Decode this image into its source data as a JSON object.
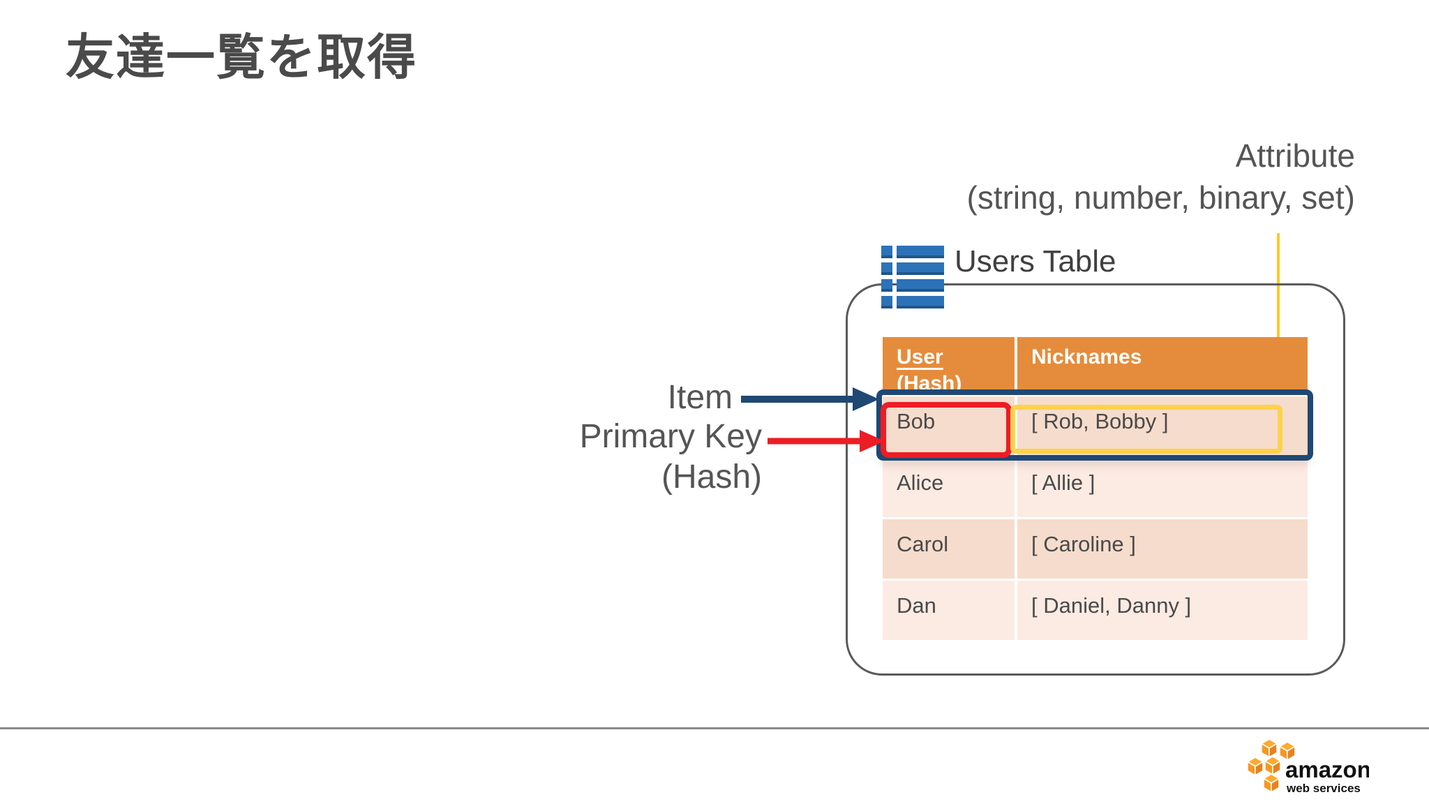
{
  "slide": {
    "title": "友達一覧を取得"
  },
  "annotations": {
    "attribute_line1": "Attribute",
    "attribute_line2": "(string, number, binary, set)",
    "item_label": "Item",
    "primary_key_label": "Primary Key",
    "primary_key_sub": "(Hash)"
  },
  "diagram": {
    "table_label": "Users Table",
    "table": {
      "columns": [
        {
          "key": "User",
          "sub": "(Hash)"
        },
        {
          "key": "Nicknames",
          "sub": ""
        }
      ],
      "rows": [
        {
          "user": "Bob",
          "nicknames": "[ Rob, Bobby ]"
        },
        {
          "user": "Alice",
          "nicknames": "[ Allie ]"
        },
        {
          "user": "Carol",
          "nicknames": "[ Caroline ]"
        },
        {
          "user": "Dan",
          "nicknames": "[ Daniel, Danny ]"
        }
      ]
    }
  },
  "colors": {
    "title_gray": "#4a4a4a",
    "header_orange": "#e58c3c",
    "row_dark_pink": "#f6dccc",
    "row_light_pink": "#fcebe3",
    "icon_blue": "#2c72b8",
    "item_box_blue": "#1f4873",
    "primary_key_box_red": "#ee1c25",
    "attribute_box_yellow": "#ffd24a",
    "attribute_arrow_yellow": "#ffc72c"
  },
  "footer": {
    "logo_text": "amazon",
    "logo_subtext": "web services"
  }
}
